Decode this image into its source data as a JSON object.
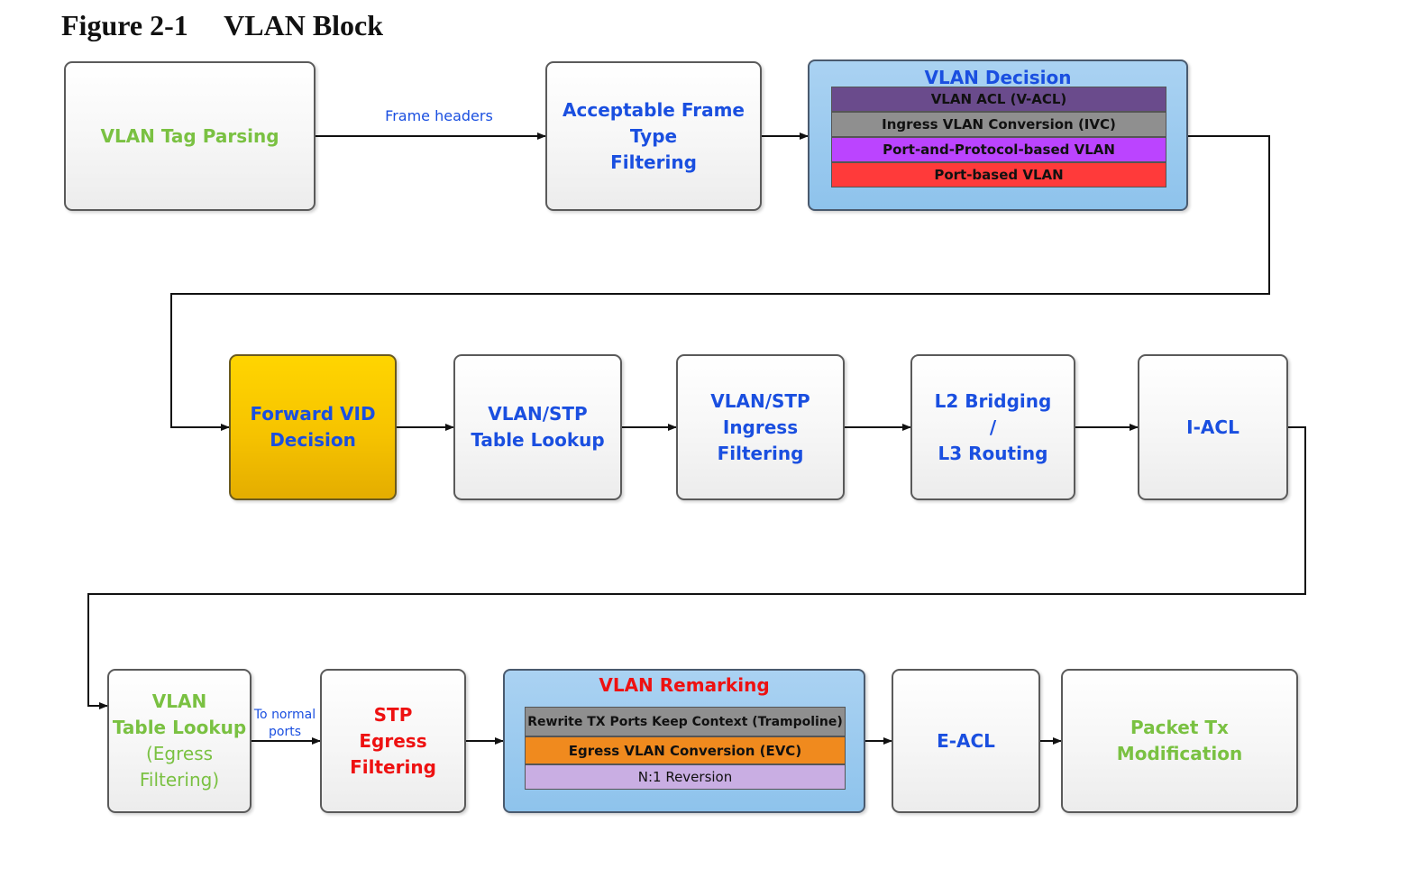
{
  "figure": {
    "number": "Figure 2-1",
    "title": "VLAN Block"
  },
  "row1": {
    "vlan_tag_parsing": "VLAN Tag Parsing",
    "frame_headers_label": "Frame headers",
    "acceptable_frame": [
      "Acceptable Frame Type",
      "Filtering"
    ],
    "vlan_decision": {
      "title": "VLAN Decision",
      "items": [
        {
          "label": "VLAN ACL (V-ACL)",
          "color": "#6a4b8c"
        },
        {
          "label": "Ingress VLAN Conversion (IVC)",
          "color": "#8f8f8f"
        },
        {
          "label": "Port-and-Protocol-based VLAN",
          "color": "#bb44ff"
        },
        {
          "label": "Port-based VLAN",
          "color": "#ff3a3a"
        }
      ]
    }
  },
  "row2": {
    "forward_vid": [
      "Forward VID",
      "Decision"
    ],
    "vlan_stp_lookup": [
      "VLAN/STP",
      "Table Lookup"
    ],
    "vlan_stp_ingress": [
      "VLAN/STP",
      "Ingress Filtering"
    ],
    "l2_l3": [
      "L2 Bridging",
      "/",
      "L3 Routing"
    ],
    "i_acl": "I-ACL"
  },
  "row3": {
    "vlan_table_lookup": [
      "VLAN",
      "Table Lookup",
      "(Egress Filtering)"
    ],
    "to_normal_ports_label": [
      "To normal",
      "ports"
    ],
    "stp_egress": [
      "STP",
      "Egress Filtering"
    ],
    "vlan_remarking": {
      "title": "VLAN Remarking",
      "items": [
        {
          "label": "Rewrite TX Ports Keep Context (Trampoline)",
          "color": "#8f8f8f"
        },
        {
          "label": "Egress VLAN Conversion (EVC)",
          "color": "#f08a1e"
        },
        {
          "label": "N:1 Reversion",
          "color": "#c9aee3"
        }
      ]
    },
    "e_acl": "E-ACL",
    "packet_tx": [
      "Packet Tx",
      "Modification"
    ]
  },
  "colors": {
    "green_text": "#7ac142",
    "blue_text": "#1a4fe0",
    "red_text": "#ee1111",
    "gold_box": "#f6c300",
    "group_blue": "#8ec3ec"
  }
}
